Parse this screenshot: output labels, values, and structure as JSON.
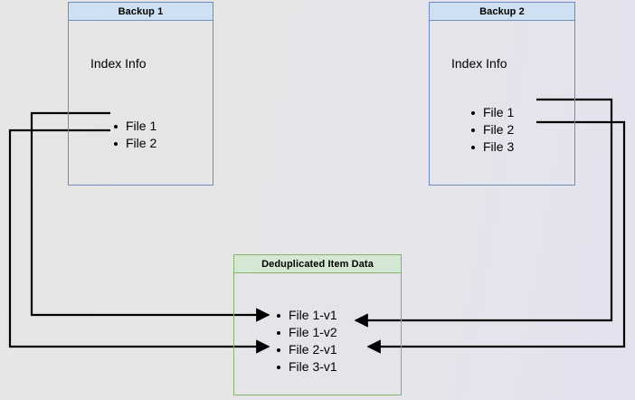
{
  "diagram": {
    "title": "Backup deduplication index diagram",
    "background_color": "#e6e5e8",
    "colors": {
      "blue_border": "#6c8ebf",
      "blue_fill": "#cfe0f3",
      "green_border": "#82b366",
      "green_fill": "#d5e8d4",
      "edge": "#000000"
    }
  },
  "nodes": {
    "backup1": {
      "title": "Backup 1",
      "section_label": "Index Info",
      "files": [
        "File 1",
        "File 2"
      ]
    },
    "backup2": {
      "title": "Backup 2",
      "section_label": "Index Info",
      "files": [
        "File 1",
        "File 2",
        "File 3"
      ]
    },
    "dedup": {
      "title": "Deduplicated Item Data",
      "items": [
        "File 1-v1",
        "File 1-v2",
        "File 2-v1",
        "File 3-v1"
      ]
    }
  },
  "edges": [
    {
      "name": "backup1-file1-to-file1v1",
      "from": "Backup 1 / File 1",
      "to": "Deduplicated Item Data / File 1-v1"
    },
    {
      "name": "backup1-file2-to-file2v1",
      "from": "Backup 1 / File 2",
      "to": "Deduplicated Item Data / File 2-v1"
    },
    {
      "name": "backup2-file1-to-file1v2",
      "from": "Backup 2 / File 1",
      "to": "Deduplicated Item Data / File 1-v2"
    },
    {
      "name": "backup2-file2-to-file2v1",
      "from": "Backup 2 / File 2",
      "to": "Deduplicated Item Data / File 2-v1"
    }
  ]
}
